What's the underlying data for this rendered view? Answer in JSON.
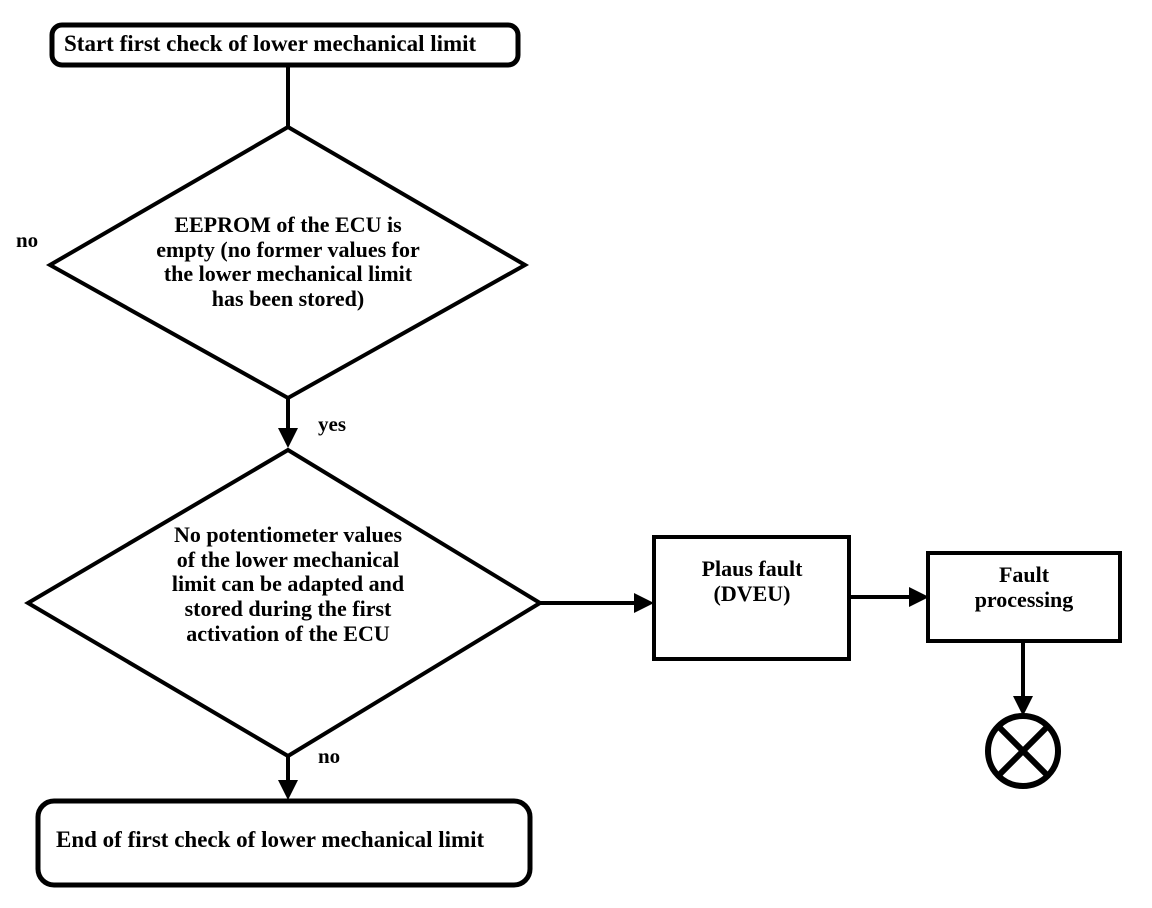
{
  "diagram": {
    "title": "First check of lower mechanical limit flowchart",
    "type": "flowchart",
    "background_color": "#ffffff",
    "line_color": "#000000",
    "nodes": {
      "start": {
        "shape": "rounded-rectangle",
        "label": "Start first check of lower mechanical limit"
      },
      "decision_1": {
        "shape": "diamond",
        "label": "EEPROM of the ECU is\nempty (no former values for\nthe lower mechanical limit\nhas been stored)"
      },
      "decision_2": {
        "shape": "diamond",
        "label": "No potentiometer values\nof the lower mechanical\nlimit can be adapted and\nstored during the first\nactivation of the ECU"
      },
      "plaus_fault": {
        "shape": "rectangle",
        "label": "Plaus fault\n(DVEU)"
      },
      "fault_processing": {
        "shape": "rectangle",
        "label": "Fault\nprocessing"
      },
      "terminator": {
        "shape": "circle-with-cross",
        "label": ""
      },
      "end": {
        "shape": "rounded-rectangle",
        "label": "End of first check of lower mechanical limit"
      }
    },
    "edge_labels": {
      "decision_1_no": "no",
      "decision_1_yes": "yes",
      "decision_2_no": "no"
    }
  }
}
